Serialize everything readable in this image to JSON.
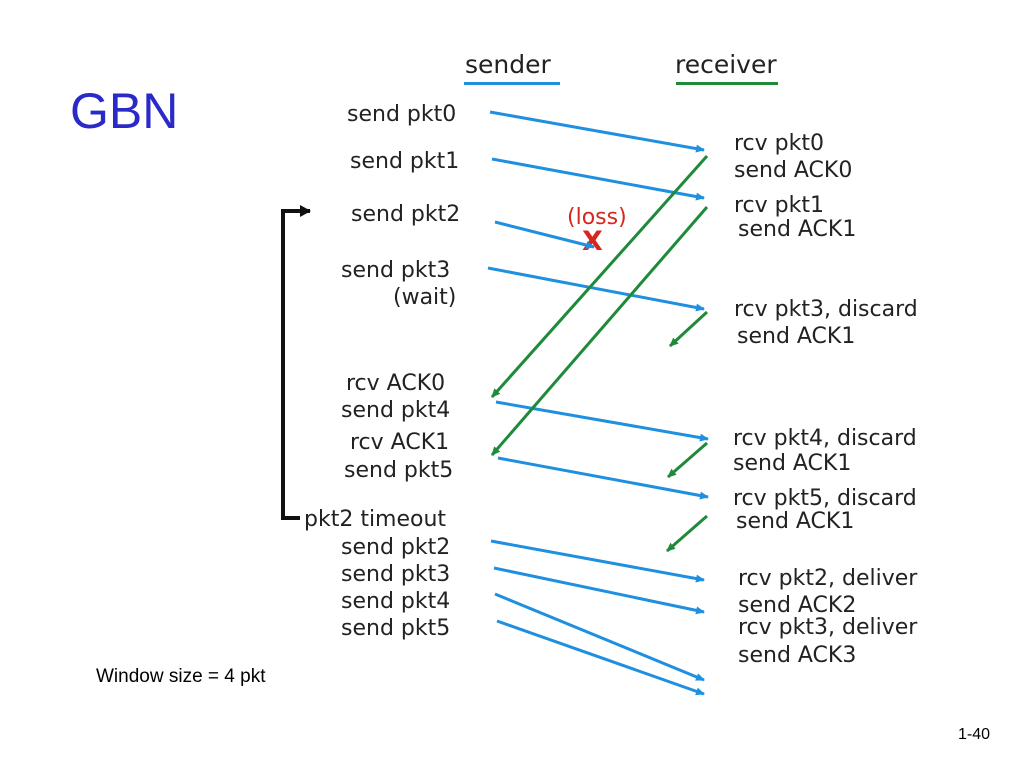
{
  "title": "GBN",
  "headers": {
    "sender": "sender",
    "receiver": "receiver"
  },
  "sender_events": [
    "send pkt0",
    "send pkt1",
    "send pkt2",
    "send pkt3",
    "(wait)",
    "rcv ACK0",
    "send pkt4",
    "rcv ACK1",
    "send pkt5",
    "pkt2 timeout",
    "send pkt2",
    "send pkt3",
    "send pkt4",
    "send pkt5"
  ],
  "receiver_events": [
    "rcv pkt0",
    "send ACK0",
    "rcv pkt1",
    "send ACK1",
    "rcv pkt3, discard",
    "send ACK1",
    "rcv pkt4, discard",
    "send ACK1",
    "rcv pkt5, discard",
    "send ACK1",
    "rcv pkt2, deliver",
    "send ACK2",
    "rcv pkt3, deliver",
    "send ACK3"
  ],
  "loss_label": "(loss)",
  "loss_mark": "X",
  "window_note": "Window size = 4 pkt",
  "page_number": "1-40",
  "colors": {
    "title": "#2a2ac8",
    "sender_line": "#1f8fe0",
    "receiver_line": "#1e8a3a",
    "packet_arrow": "#1f8fe0",
    "ack_arrow": "#1e8a3a",
    "loss": "#d7261e",
    "timer": "#111111"
  }
}
